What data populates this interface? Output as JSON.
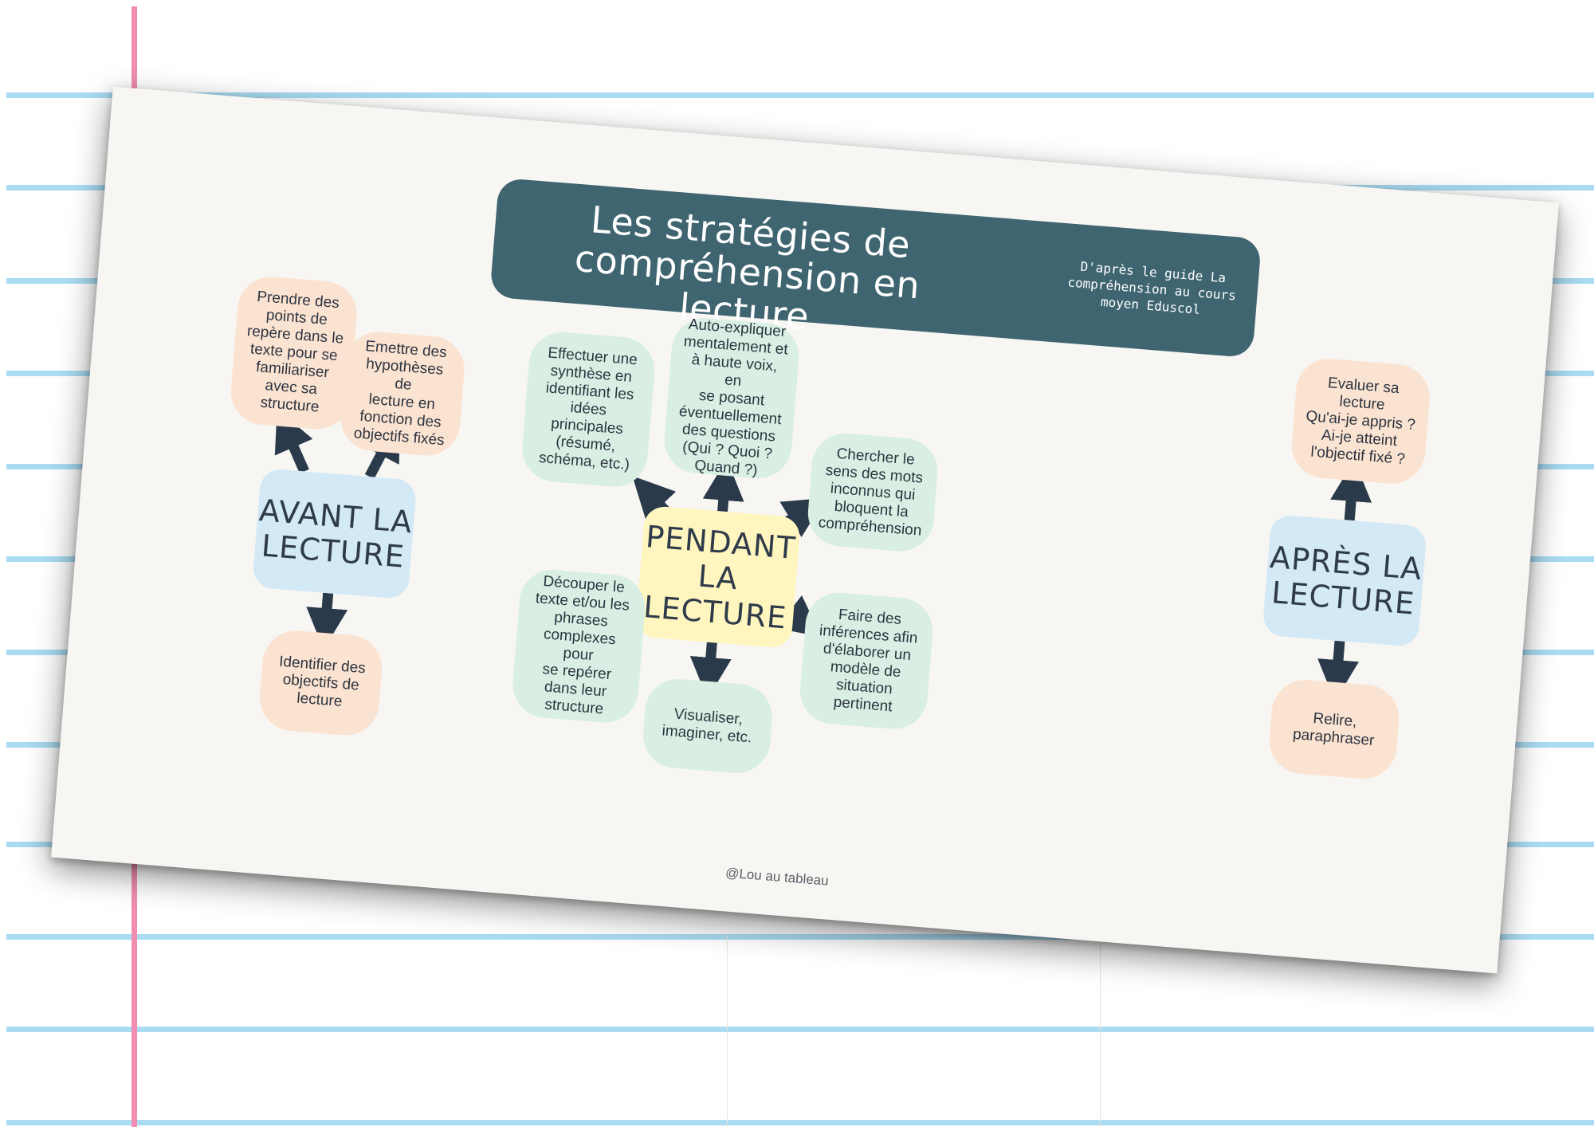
{
  "title": "Les stratégies de\ncompréhension en lecture",
  "source": "D'après le guide La compréhension au cours moyen Eduscol",
  "credit": "@Lou au tableau",
  "colors": {
    "title_bar": "#3f6571",
    "before_after_hub": "#d4e9f6",
    "during_hub": "#fff6bf",
    "peach_bubble": "#fbe3d1",
    "mint_bubble": "#d9efe3",
    "arrow": "#2b3a4a",
    "paper_lines": "#a9dbf2",
    "paper_margin": "#f08db0"
  },
  "avant": {
    "hub": "AVANT LA\nLECTURE",
    "items": [
      "Prendre des\npoints de\nrepère dans le\ntexte pour se\nfamiliariser\navec sa\nstructure",
      "Emettre des\nhypothèses de\nlecture en\nfonction des\nobjectifs fixés",
      "Identifier des\nobjectifs de\nlecture"
    ]
  },
  "pendant": {
    "hub": "PENDANT\nLA\nLECTURE",
    "items": [
      "Effectuer une\nsynthèse en\nidentifiant les\nidées\nprincipales\n(résumé,\nschéma, etc.)",
      "Auto-expliquer\nmentalement et\nà haute voix, en\nse posant\néventuellement\ndes questions\n(Qui ? Quoi ?\nQuand ?)",
      "Chercher le\nsens des mots\ninconnus qui\nbloquent la\ncompréhension",
      "Découper le\ntexte et/ou les\nphrases\ncomplexes pour\nse repérer\ndans leur\nstructure",
      "Visualiser,\nimaginer, etc.",
      "Faire des\ninférences afin\nd'élaborer un\nmodèle de\nsituation\npertinent"
    ]
  },
  "apres": {
    "hub": "APRÈS LA\nLECTURE",
    "items": [
      "Evaluer sa\nlecture\nQu'ai-je appris ?\nAi-je atteint\nl'objectif fixé ?",
      "Relire,\nparaphraser"
    ]
  }
}
